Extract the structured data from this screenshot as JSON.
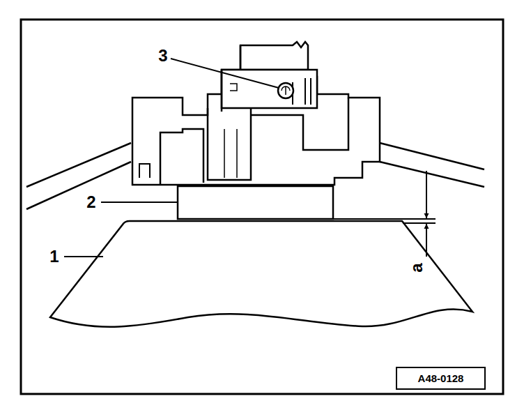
{
  "diagram": {
    "nodes": [
      {
        "text": [
          "A48-0128"
        ]
      }
    ],
    "labels": [
      "3",
      "2",
      "1",
      "a"
    ]
  }
}
